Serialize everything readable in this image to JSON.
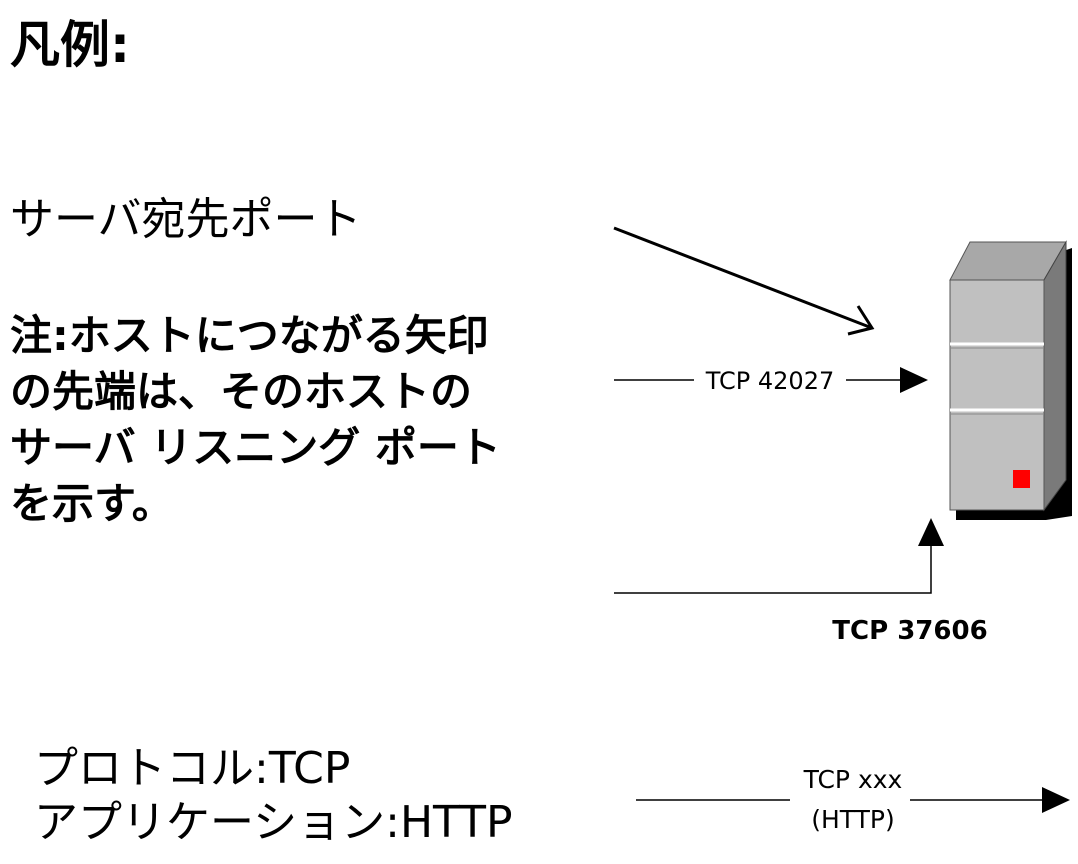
{
  "legend": {
    "title": "凡例:",
    "server_port_label": "サーバ宛先ポート",
    "note_lines": [
      "注:ホストにつながる矢印",
      "の先端は、そのホストの",
      "サーバ リスニング ポート",
      "を示す。"
    ],
    "protocol_lines": [
      "プロトコル:TCP",
      "アプリケーション:HTTP"
    ]
  },
  "diagram": {
    "tcp_42027": "TCP 42027",
    "tcp_37606": "TCP 37606",
    "tcp_xxx": "TCP xxx",
    "http_paren": "(HTTP)",
    "server_indicator_color": "#ff0000",
    "server_body_color": "#c0c0c0"
  }
}
